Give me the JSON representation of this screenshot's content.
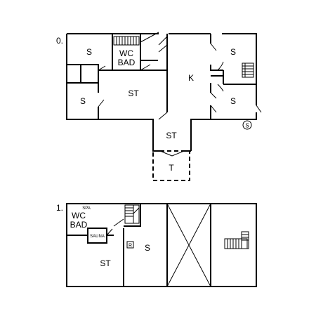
{
  "floor0": {
    "level_label": "0.",
    "rooms": {
      "s_top_left": "S",
      "wc": "WC",
      "bad": "BAD",
      "st_center": "ST",
      "s_left": "S",
      "kitchen": "K",
      "s_right_top": "S",
      "s_right_bottom": "S",
      "st_porch": "ST",
      "terrace": "T"
    },
    "symbol_s": "S"
  },
  "floor1": {
    "level_label": "1.",
    "rooms": {
      "spa": "SPA",
      "wc": "WC",
      "bad": "BAD",
      "sauna": "SAUNA",
      "st": "ST",
      "s": "S",
      "r_box": "R"
    }
  }
}
